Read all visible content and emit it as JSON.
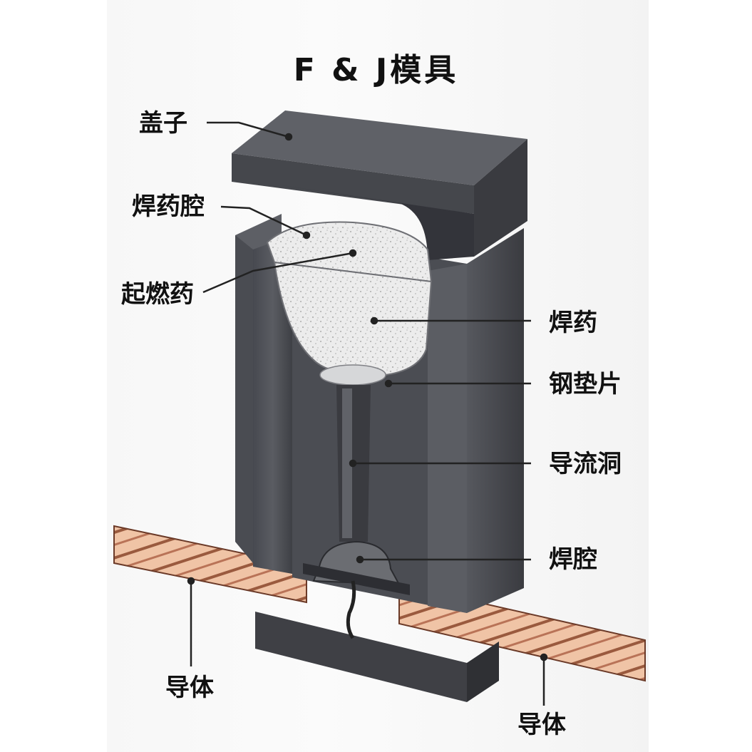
{
  "title": "F & J模具",
  "labels": {
    "cover": "盖子",
    "powder_chamber": "焊药腔",
    "ignition_powder": "起燃药",
    "welding_powder": "焊药",
    "steel_disc": "钢垫片",
    "tap_hole": "导流洞",
    "weld_cavity": "焊腔",
    "conductor_left": "导体",
    "conductor_right": "导体"
  },
  "colors": {
    "mold_dark": "#3b3c40",
    "mold_mid": "#55575c",
    "mold_light": "#6e7075",
    "powder": "#e9e9e9",
    "copper": "#e7b08f",
    "copper_stripe": "#8a4d34"
  }
}
